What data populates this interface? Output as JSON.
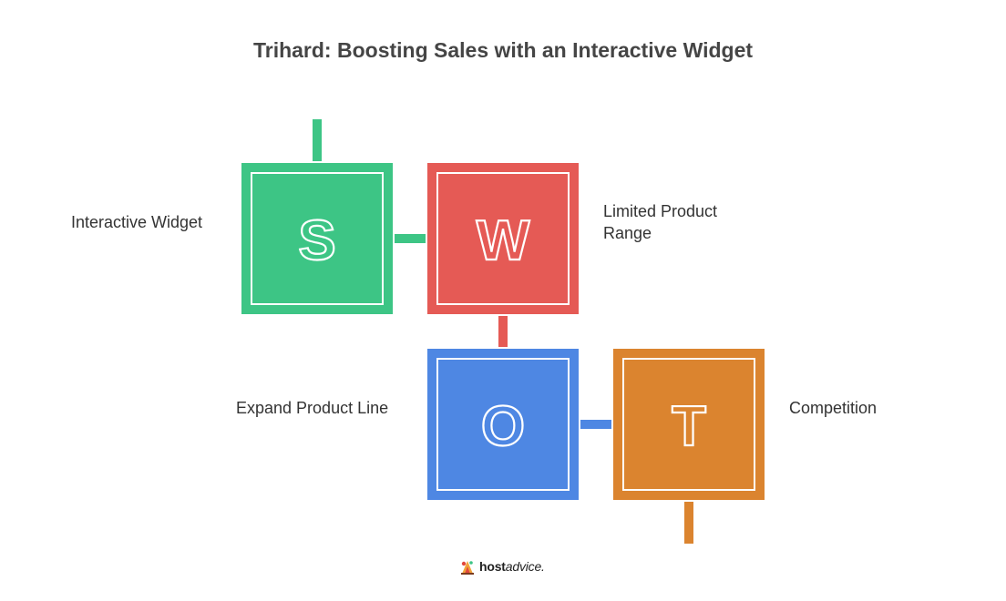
{
  "title": "Trihard: Boosting Sales with an Interactive Widget",
  "quadrants": [
    {
      "key": "strengths",
      "letter": "S",
      "label": "Interactive Widget",
      "color": "#3DC585"
    },
    {
      "key": "weaknesses",
      "letter": "W",
      "label": "Limited Product Range",
      "color": "#E55A55"
    },
    {
      "key": "opportunities",
      "letter": "O",
      "label": "Expand Product Line",
      "color": "#4E87E3"
    },
    {
      "key": "threats",
      "letter": "T",
      "label": "Competition",
      "color": "#DB842F"
    }
  ],
  "brand": {
    "icon": "hostadvice-logo-icon",
    "text_bold": "host",
    "text_regular": "advice."
  }
}
